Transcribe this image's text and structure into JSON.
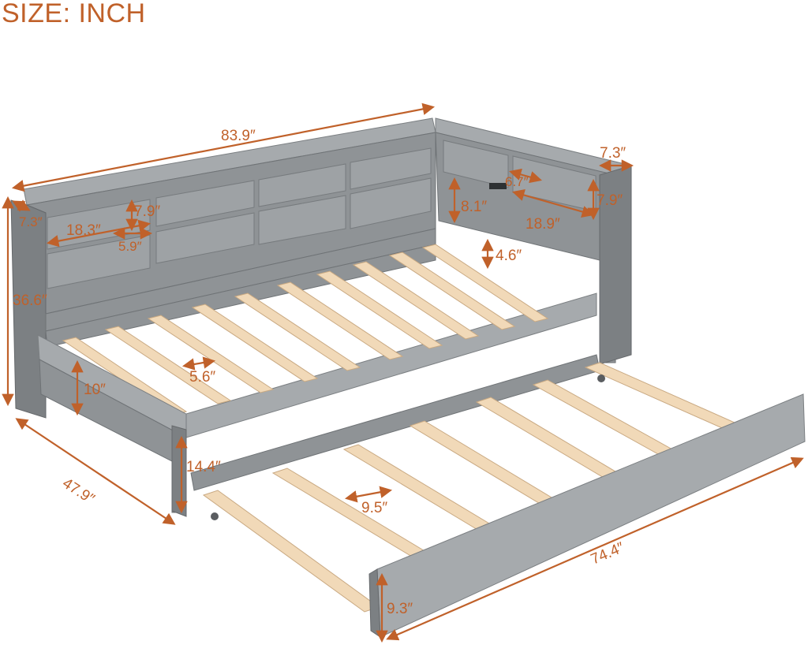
{
  "title": "SIZE: INCH",
  "colors": {
    "dimension": "#c0612a",
    "frame": "#8f9396",
    "slat": "#f1d9b8"
  },
  "dimensions": {
    "total_length": "83.9″",
    "side_depth": "7.3″",
    "left_depth": "7.3″",
    "shelf_width_left": "18.3″",
    "shelf_height_left": "7.9″",
    "shelf_gap_left": "5.9″",
    "headboard_height": "36.6″",
    "side_shelf_height": "8.1″",
    "side_shelf_depth": "6.7″",
    "side_shelf_width": "18.9″",
    "side_shelf_height_right": "7.9″",
    "mattress_gap": "4.6″",
    "rail_height": "10″",
    "slat_gap": "5.6″",
    "total_width": "47.9″",
    "floor_clearance": "14.4″",
    "trundle_slat_gap": "9.5″",
    "trundle_length": "74.4″",
    "trundle_height": "9.3″"
  }
}
